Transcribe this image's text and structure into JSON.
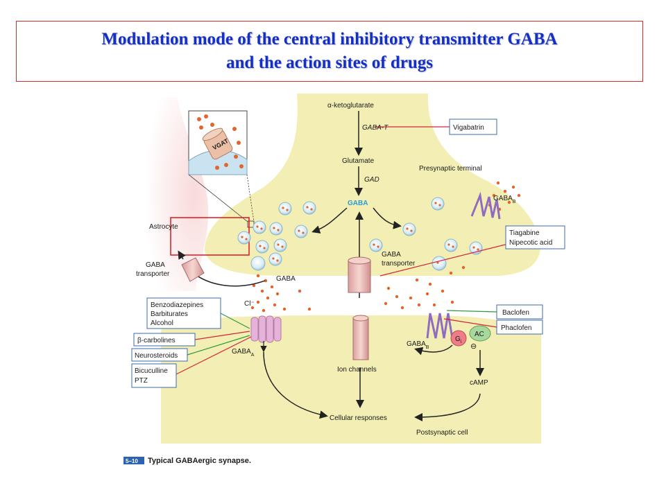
{
  "title": {
    "line1": "Modulation mode of the central inhibitory transmitter GABA",
    "line2": "and the action sites of drugs"
  },
  "labels": {
    "ketoglutarate": "α-ketoglutarate",
    "gaba_t": "GABA-T",
    "glutamate": "Glutamate",
    "gad": "GAD",
    "gaba_center": "GABA",
    "presynaptic_terminal": "Presynaptic terminal",
    "gabab_pre": "GABA",
    "gabab_pre_sub": "B",
    "astrocyte": "Astrocyte",
    "vgat": "VGAT",
    "gaba_transporter_left_1": "GABA",
    "gaba_transporter_left_2": "transporter",
    "gaba_cleft": "GABA",
    "gaba_transporter_center_1": "GABA",
    "gaba_transporter_center_2": "transporter",
    "chloride": "Cl⁻",
    "gabaa": "GABA",
    "gabaa_sub": "A",
    "gabab_post": "GABA",
    "gabab_post_sub": "B",
    "gi": "G",
    "gi_sub": "i",
    "ac": "AC",
    "minus": "⊖",
    "ion_channels": "Ion channels",
    "camp": "cAMP",
    "cellular_responses": "Cellular responses",
    "postsynaptic_cell": "Postsynaptic cell"
  },
  "drug_boxes": {
    "vigabatrin": "Vigabatrin",
    "tiagabine": "Tiagabine",
    "nipecotic": "Nipecotic acid",
    "baclofen": "Baclofen",
    "phaclofen": "Phaclofen",
    "benzodiazepines": "Benzodiazepines",
    "barbiturates": "Barbiturates",
    "alcohol": "Alcohol",
    "beta_carbolines": "β-carbolines",
    "neurosteroids": "Neurosteroids",
    "bicuculline": "Bicuculline",
    "ptz": "PTZ"
  },
  "caption": {
    "figure_number": "5–10",
    "text": "Typical GABAergic synapse."
  },
  "colors": {
    "title": "#1430c4",
    "title_border": "#d22b2b",
    "neuron_fill": "#f3efb4",
    "astrocyte_fill": "#f6dada",
    "drug_box_border": "#3b6aa8",
    "gaba_dot": "#e2652c",
    "green_line": "#2e9a3a",
    "red_line": "#d2253a",
    "gabaa_receptor": "#e5b2d9",
    "gabab_receptor": "#9b7cc8",
    "highlight_box": "#e0141e"
  }
}
